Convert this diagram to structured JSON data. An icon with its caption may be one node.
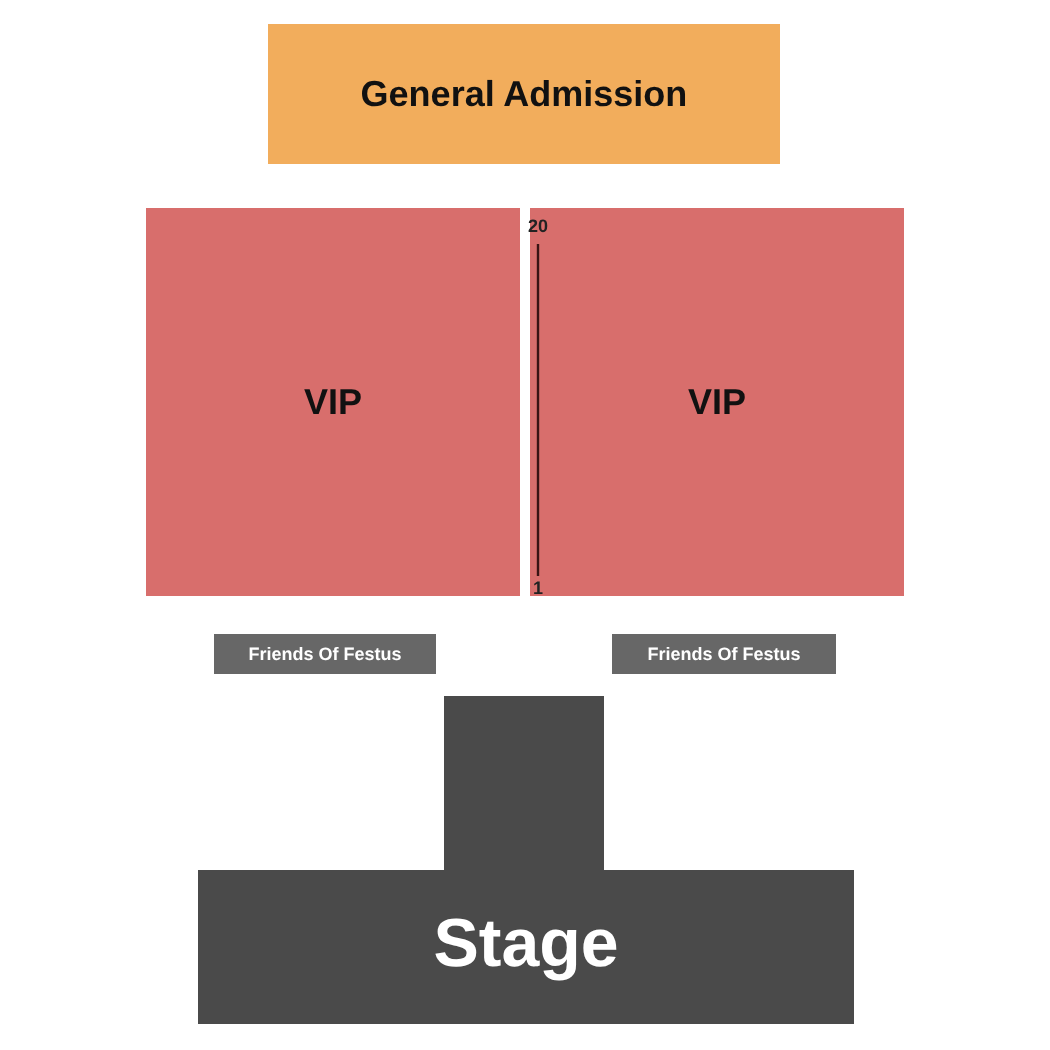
{
  "diagram": {
    "nodes": [
      {
        "text": [
          "General Admission"
        ]
      },
      {
        "text": [
          "VIP"
        ]
      },
      {
        "text": [
          "VIP"
        ]
      },
      {
        "text": [
          "Friends Of Festus"
        ]
      },
      {
        "text": [
          "Friends Of Festus"
        ]
      },
      {
        "text": [
          "Stage"
        ]
      }
    ],
    "edges": [],
    "labels": [
      "20",
      "1"
    ]
  }
}
